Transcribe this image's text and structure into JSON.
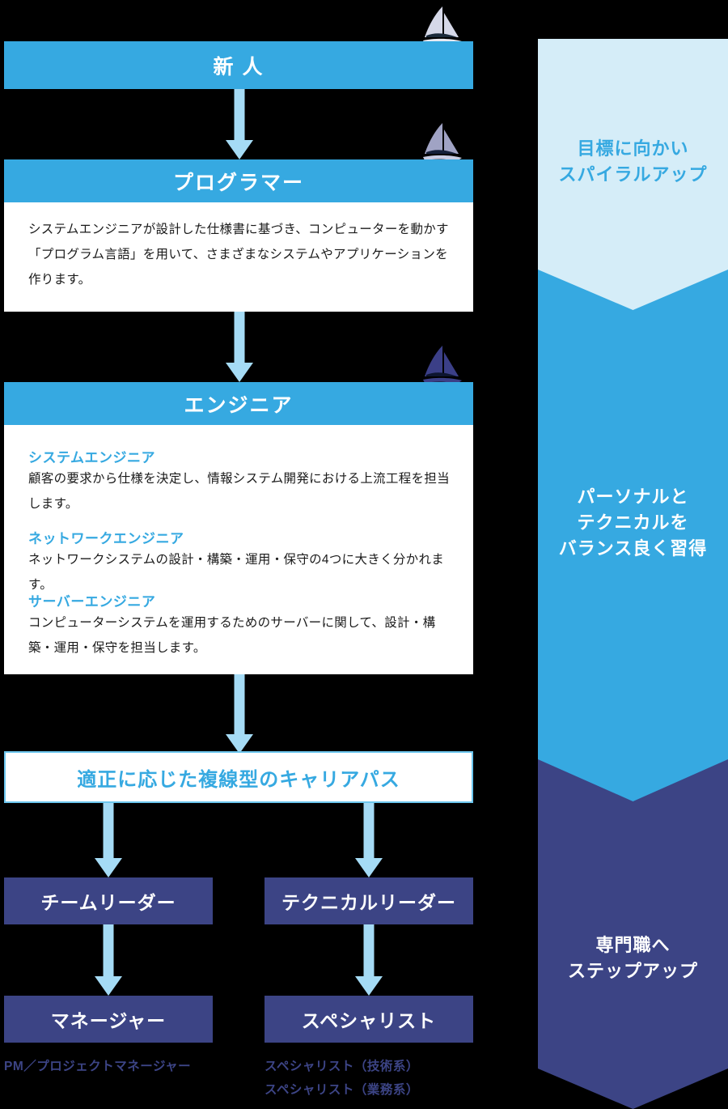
{
  "colors": {
    "cyan": "#36a9e1",
    "light_cyan": "#a5dbf5",
    "pale_blue": "#d5edf8",
    "navy": "#3c4485",
    "white": "#ffffff",
    "black": "#000000"
  },
  "flow": {
    "step1": {
      "title": "新 人"
    },
    "step2": {
      "title": "プログラマー",
      "body": "システムエンジニアが設計した仕様書に基づき、コンピューターを動かす「プログラム言語」を用いて、さまざまなシステムやアプリケーションを作ります。"
    },
    "step3": {
      "title": "エンジニア",
      "roles": [
        {
          "name": "システムエンジニア",
          "desc": "顧客の要求から仕様を決定し、情報システム開発における上流工程を担当します。"
        },
        {
          "name": "ネットワークエンジニア",
          "desc": "ネットワークシステムの設計・構築・運用・保守の4つに大きく分かれます。"
        },
        {
          "name": "サーバーエンジニア",
          "desc": "コンピューターシステムを運用するためのサーバーに関して、設計・構築・運用・保守を担当します。"
        }
      ]
    },
    "step4": {
      "title": "適正に応じた複線型のキャリアパス"
    },
    "branch_left": {
      "leader": "チームリーダー",
      "top": "マネージャー",
      "caption": "PM／プロジェクトマネージャー"
    },
    "branch_right": {
      "leader": "テクニカルリーダー",
      "top": "スペシャリスト",
      "caption_line1": "スペシャリスト（技術系）",
      "caption_line2": "スペシャリスト（業務系）"
    }
  },
  "banner": {
    "segments": [
      {
        "label_line1": "目標に向かい",
        "label_line2": "スパイラルアップ",
        "fill": "#d5edf8",
        "text_color": "#36a9e1"
      },
      {
        "label_line1": "パーソナルと",
        "label_line2": "テクニカルを",
        "label_line3": "バランス良く習得",
        "fill": "#36a9e1",
        "text_color": "#ffffff"
      },
      {
        "label_line1": "専門職へ",
        "label_line2": "ステップアップ",
        "fill": "#3c4485",
        "text_color": "#ffffff"
      }
    ]
  },
  "icons": {
    "boat1": "sailboat-icon",
    "boat2": "sailboat-icon",
    "boat3": "sailboat-icon"
  }
}
